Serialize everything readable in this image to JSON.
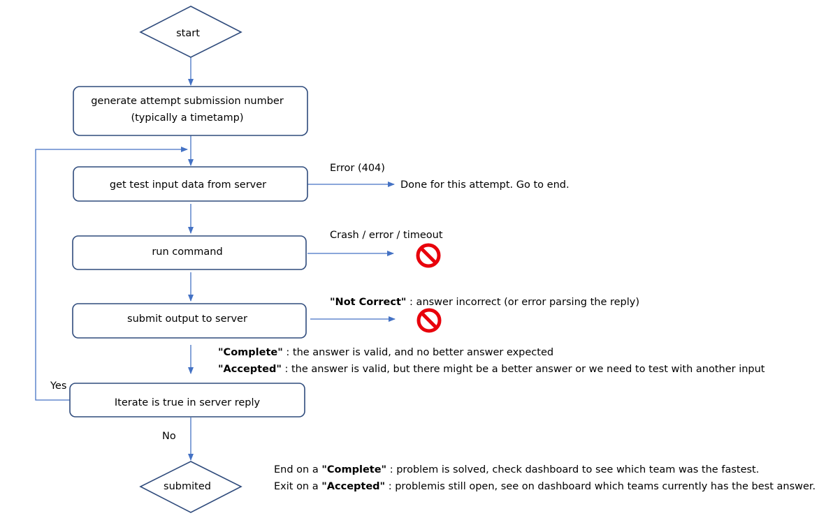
{
  "nodes": {
    "start": "start",
    "generate_line1": "generate attempt submission number",
    "generate_line2": "(typically a timetamp)",
    "get_input": "get test input data from server",
    "run_command": "run command",
    "submit_output": "submit output to server",
    "iterate": "Iterate is true in server reply",
    "submited": "submited"
  },
  "edges": {
    "error_404": "Error (404)",
    "done_attempt": "Done for this attempt. Go to end.",
    "crash_error": "Crash / error / timeout",
    "not_correct_key": "\"Not Correct\"",
    "not_correct_desc": " : answer incorrect (or error parsing the reply)",
    "complete_key": "\"Complete\"",
    "complete_desc": " : the answer is valid, and no better answer expected",
    "accepted_key": "\"Accepted\"",
    "accepted_desc": " :  the answer is valid, but there might be a better answer or we need to test with another input",
    "yes": "Yes",
    "no": "No"
  },
  "notes": {
    "end_prefix": "End on a ",
    "end_key": "\"Complete\"",
    "end_desc": " : problem is solved, check dashboard to see which team was the fastest.",
    "exit_prefix": "Exit on a ",
    "exit_key": "\"Accepted\"",
    "exit_desc": " : problemis still open, see on  dashboard which teams currently has the best answer."
  },
  "colors": {
    "box_stroke": "#2f4b7c",
    "arrow": "#4472c4",
    "stop_red": "#e8000b"
  },
  "icons": [
    "no-entry-icon",
    "no-entry-icon"
  ]
}
